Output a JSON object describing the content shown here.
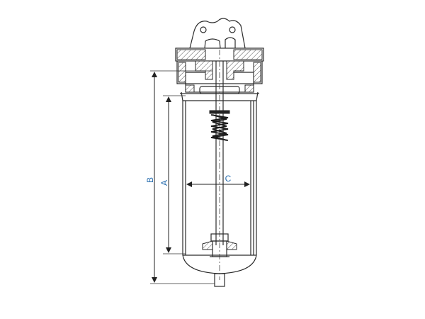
{
  "dimensions": {
    "a_label": "A",
    "b_label": "B",
    "c_label": "C",
    "label_color": "#2a6fb0"
  },
  "icons": [
    "filter-housing-cross-section"
  ]
}
